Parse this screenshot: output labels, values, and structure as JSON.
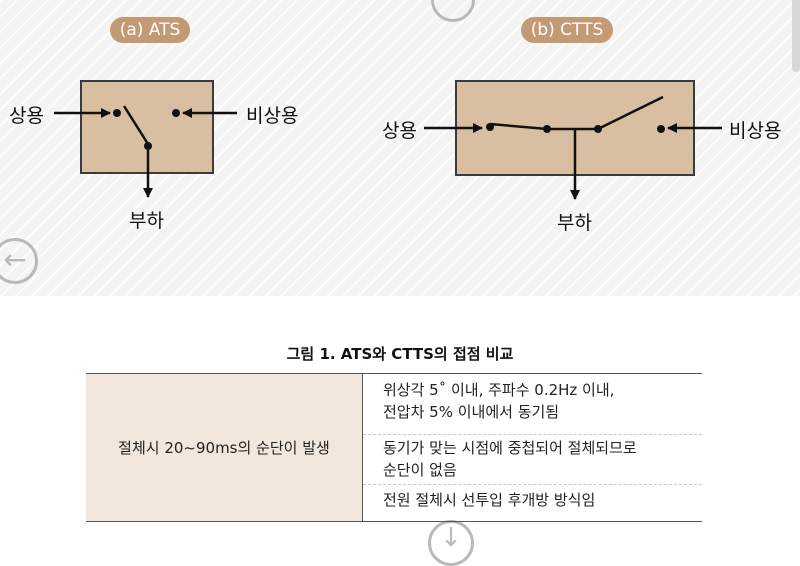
{
  "figure": {
    "ats": {
      "title": "(a) ATS",
      "input_normal": "상용",
      "input_standby": "비상용",
      "output": "부하"
    },
    "ctts": {
      "title": "(b) CTTS",
      "input_normal": "상용",
      "input_standby": "비상용",
      "output": "부하"
    }
  },
  "caption": "그림 1. ATS와 CTTS의 접점 비교",
  "table": {
    "left_cell": "절체시 20~90ms의 순단이 발생",
    "right_rows": [
      {
        "line1": "위상각 5˚ 이내, 주파수 0.2Hz 이내,",
        "line2": "전압차 5% 이내에서 동기됨"
      },
      {
        "line1": "동기가 맞는 시점에 중첩되어 절체되므로",
        "line2": "순단이 없음"
      },
      {
        "line1": "전원 절체시 선투입 후개방 방식임"
      }
    ]
  },
  "colors": {
    "pill": "#c49a74",
    "box_fill": "#d9bfa1",
    "table_left_bg": "#f1e7dd"
  }
}
